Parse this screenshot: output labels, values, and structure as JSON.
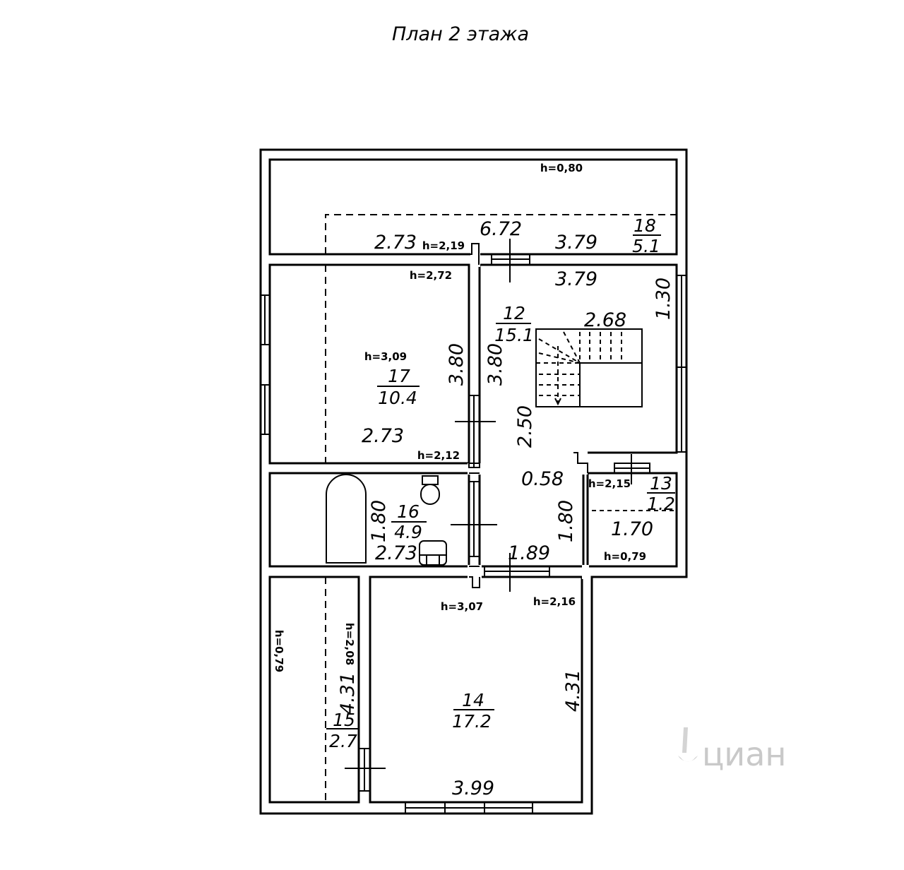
{
  "title": "План 2 этажа",
  "watermark": "циан",
  "rooms": [
    {
      "number": "18",
      "area": "5.1"
    },
    {
      "number": "12",
      "area": "15.1"
    },
    {
      "number": "17",
      "area": "10.4"
    },
    {
      "number": "16",
      "area": "4.9"
    },
    {
      "number": "13",
      "area": "1.2"
    },
    {
      "number": "14",
      "area": "17.2"
    },
    {
      "number": "15",
      "area": "2.7"
    }
  ],
  "heights": [
    "h=0,80",
    "h=2,19",
    "h=2,72",
    "h=3,09",
    "h=2,12",
    "h=2,15",
    "h=0,79",
    "h=3,07",
    "h=2,16",
    "h=0,79",
    "h=2,08"
  ],
  "dimensions": [
    "2.73",
    "6.72",
    "3.79",
    "3.79",
    "1.30",
    "2.68",
    "3.80",
    "3.80",
    "2.73",
    "2.50",
    "0.58",
    "1.80",
    "2.73",
    "1.80",
    "1.70",
    "1.89",
    "4.31",
    "4.31",
    "3.99"
  ]
}
